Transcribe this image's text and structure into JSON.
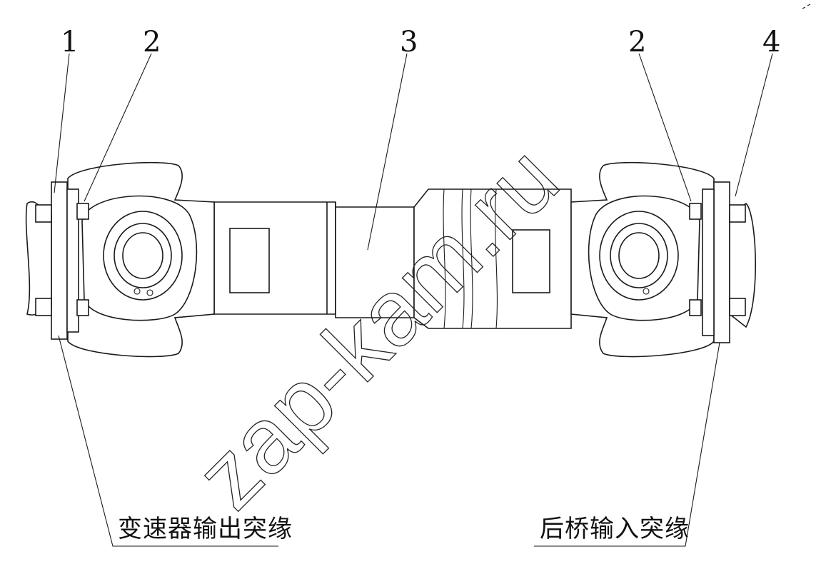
{
  "callouts": {
    "c1": "1",
    "c2_left": "2",
    "c3": "3",
    "c2_right": "2",
    "c4": "4"
  },
  "captions": {
    "left": "变速器输出突缘",
    "right": "后桥输入突缘"
  },
  "watermark": "zap-kam.ru"
}
